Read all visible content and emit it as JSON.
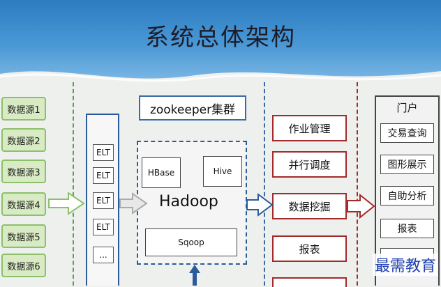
{
  "header": {
    "title": "系统总体架构"
  },
  "data_sources": [
    "数据源1",
    "数据源2",
    "数据源3",
    "数据源4",
    "数据源5",
    "数据源6"
  ],
  "etl": {
    "items": [
      "ELT",
      "ELT",
      "ELT",
      "ELT",
      "..."
    ]
  },
  "zookeeper": {
    "label": "zookeeper集群"
  },
  "hadoop": {
    "label": "Hadoop",
    "hbase": "HBase",
    "hive": "Hive",
    "sqoop": "Sqoop"
  },
  "services": [
    "作业管理",
    "并行调度",
    "数据挖掘",
    "报表"
  ],
  "portal": {
    "title": "门户",
    "items": [
      "交易查询",
      "图形展示",
      "自助分析",
      "报表"
    ]
  },
  "watermark": "最需教育",
  "colors": {
    "header": "#2b7cc1",
    "source_fill": "#d9ebc4",
    "source_border": "#8cc06a",
    "etl_border": "#2a5b9a",
    "service_border": "#a52a2a"
  }
}
